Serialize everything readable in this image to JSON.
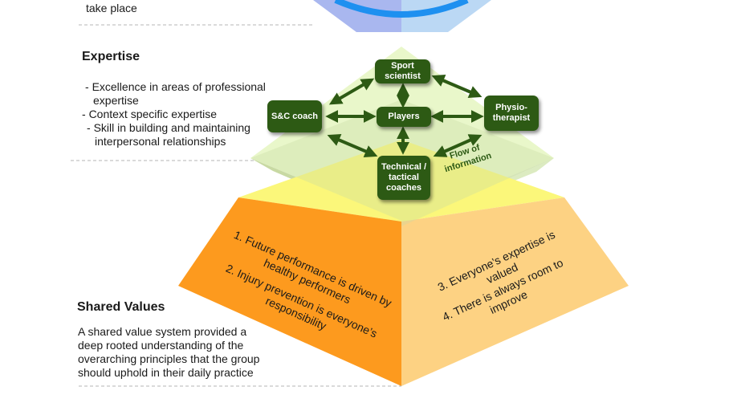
{
  "top_section": {
    "text_fragment": "take place"
  },
  "expertise": {
    "heading": "Expertise",
    "bullets": [
      "Excellence in areas of professional expertise",
      "Context specific expertise",
      "Skill in building and maintaining interpersonal relationships"
    ]
  },
  "network": {
    "nodes": {
      "sport_scientist": "Sport scientist",
      "sc_coach": "S&C coach",
      "players": "Players",
      "physiotherapist": "Physio-therapist",
      "technical_coaches": "Technical / tactical coaches"
    },
    "flow_label": "Flow of information"
  },
  "shared_values": {
    "heading": "Shared Values",
    "description": "A shared value system provided a deep rooted understanding of the overarching principles that the group should uphold in their daily practice",
    "left_face": [
      "1.  Future performance is driven by healthy performers",
      "2.  Injury prevention is everyone’s responsibility"
    ],
    "right_face": [
      "3. Everyone’s expertise is valued",
      "4. There is always room to improve"
    ]
  },
  "colors": {
    "base_left": "#fd9a1e",
    "base_right": "#fdd283",
    "base_top": "#fbf77a",
    "middle_left": "#c8d9a3",
    "middle_right": "#dcebc1",
    "middle_top": "#e7f6c5",
    "apex_left": "#a9b7ef",
    "apex_right": "#bbd8f4",
    "ring": "#1e90f0",
    "node_fill": "#2d5a14"
  }
}
